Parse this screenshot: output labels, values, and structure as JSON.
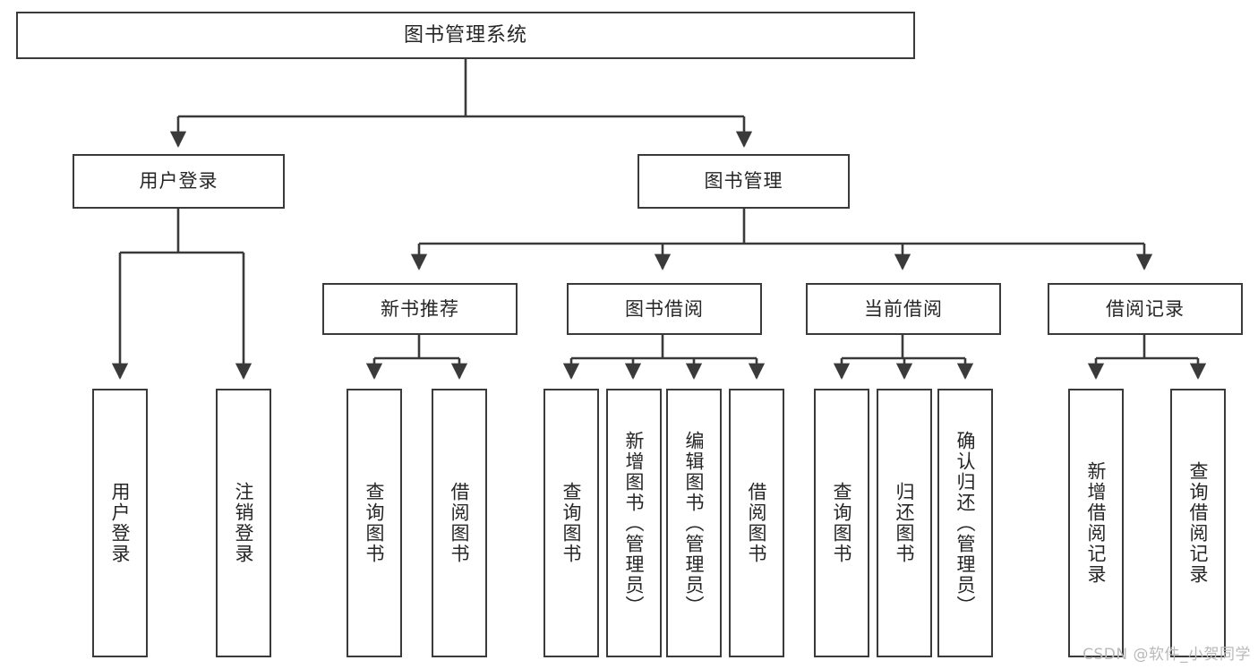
{
  "diagram": {
    "title": "图书管理系统",
    "watermark": "CSDN @软件_小贺同学",
    "stroke_color": "#3a3a3a",
    "text_color": "#262626",
    "background": "#ffffff",
    "nodes": {
      "root": "图书管理系统",
      "user_login": "用户登录",
      "book_manage": "图书管理",
      "new_book_rec": "新书推荐",
      "book_borrow": "图书借阅",
      "current_borrow": "当前借阅",
      "borrow_record": "借阅记录",
      "leaf_user_login": "用户登录",
      "leaf_user_logout": "注销登录",
      "leaf_rec_query": "查询图书",
      "leaf_rec_borrow": "借阅图书",
      "leaf_borrow_query": "查询图书",
      "leaf_borrow_add": "新增图书（管理员）",
      "leaf_borrow_edit": "编辑图书（管理员）",
      "leaf_borrow_lend": "借阅图书",
      "leaf_cur_query": "查询图书",
      "leaf_cur_return": "归还图书",
      "leaf_cur_confirm": "确认归还（管理员）",
      "leaf_rec_add": "新增借阅记录",
      "leaf_rec_query2": "查询借阅记录"
    },
    "tree": [
      {
        "label": "图书管理系统",
        "children": [
          {
            "label": "用户登录",
            "children": [
              {
                "label": "用户登录"
              },
              {
                "label": "注销登录"
              }
            ]
          },
          {
            "label": "图书管理",
            "children": [
              {
                "label": "新书推荐",
                "children": [
                  {
                    "label": "查询图书"
                  },
                  {
                    "label": "借阅图书"
                  }
                ]
              },
              {
                "label": "图书借阅",
                "children": [
                  {
                    "label": "查询图书"
                  },
                  {
                    "label": "新增图书（管理员）"
                  },
                  {
                    "label": "编辑图书（管理员）"
                  },
                  {
                    "label": "借阅图书"
                  }
                ]
              },
              {
                "label": "当前借阅",
                "children": [
                  {
                    "label": "查询图书"
                  },
                  {
                    "label": "归还图书"
                  },
                  {
                    "label": "确认归还（管理员）"
                  }
                ]
              },
              {
                "label": "借阅记录",
                "children": [
                  {
                    "label": "新增借阅记录"
                  },
                  {
                    "label": "查询借阅记录"
                  }
                ]
              }
            ]
          }
        ]
      }
    ]
  }
}
